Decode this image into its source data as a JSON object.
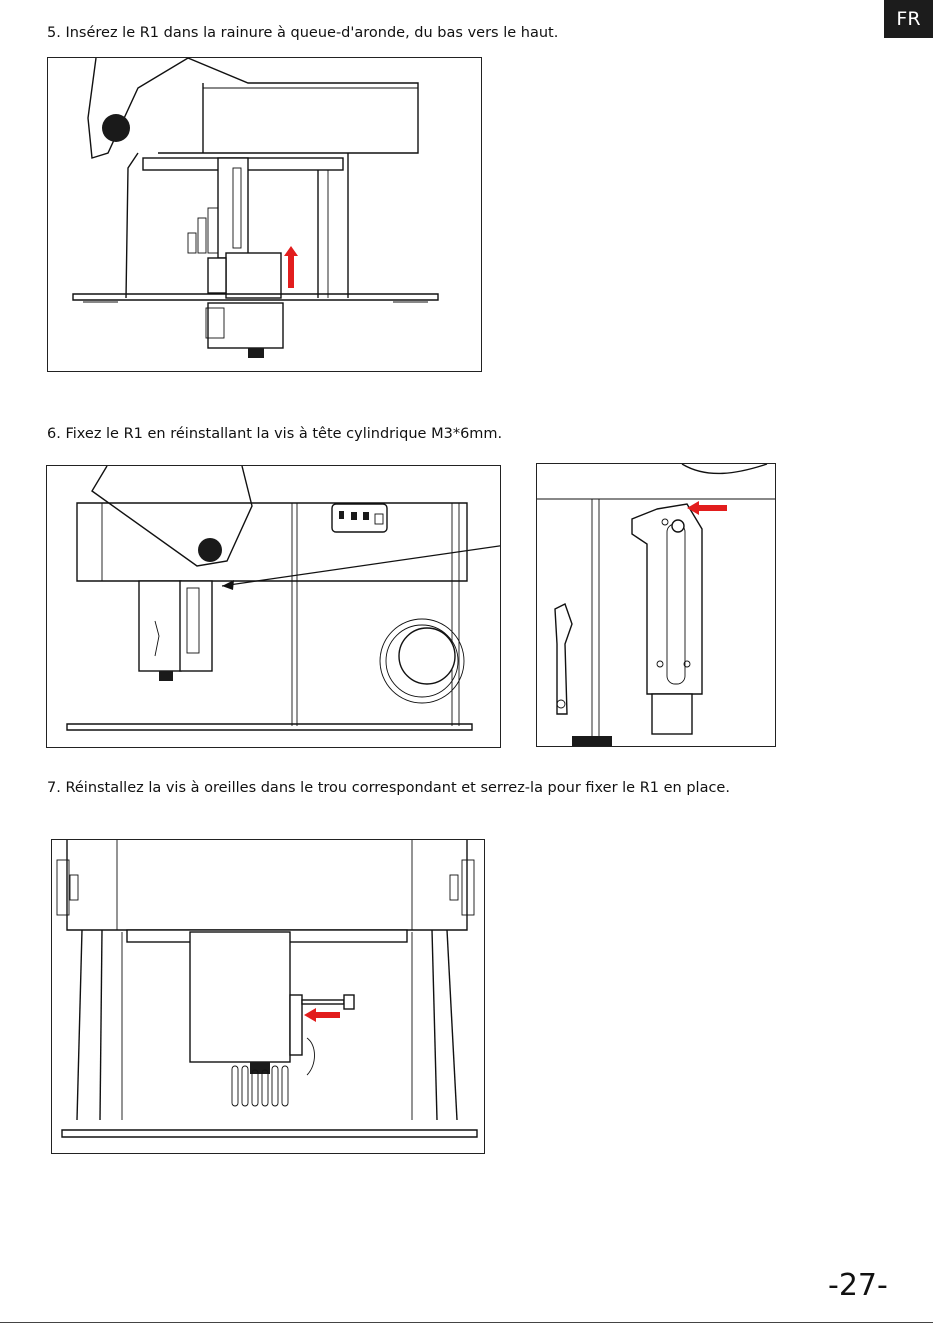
{
  "badge": "FR",
  "steps": [
    {
      "text": "5. Insérez le R1 dans la rainure à queue-d'aronde, du bas vers le haut."
    },
    {
      "text": "6. Fixez le R1 en réinstallant la vis à tête cylindrique M3*6mm."
    },
    {
      "text": "7. Réinstallez la vis à oreilles dans le trou correspondant et serrez-la pour fixer le R1 en place."
    }
  ],
  "page_number": "-27-",
  "colors": {
    "accent_arrow": "#e21d1d",
    "badge_bg": "#1c1c1c"
  }
}
